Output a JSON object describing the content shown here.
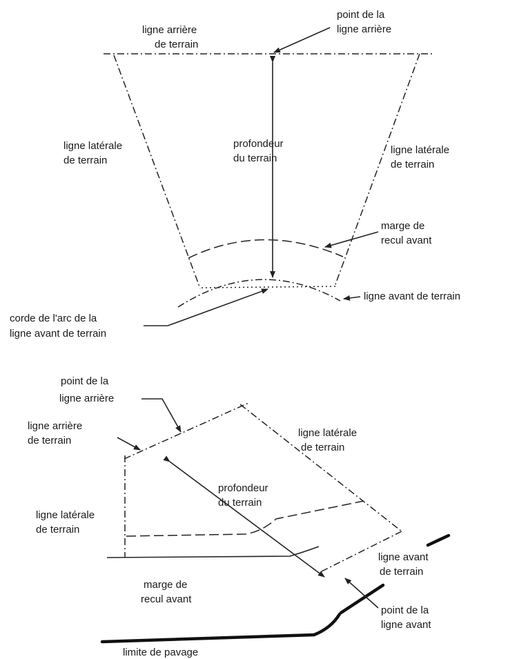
{
  "diagram_top": {
    "rear_line_label": [
      "ligne arrière",
      "de terrain"
    ],
    "rear_point_label": [
      "point de la",
      "ligne arrière"
    ],
    "left_side_label": [
      "ligne latérale",
      "de terrain"
    ],
    "depth_label": [
      "profondeur",
      "du terrain"
    ],
    "right_side_label": [
      "ligne latérale",
      "de terrain"
    ],
    "setback_label": [
      "marge de",
      "recul avant"
    ],
    "front_line_label": "ligne avant de terrain",
    "chord_label": [
      "corde de l'arc de la",
      "ligne avant de terrain"
    ]
  },
  "diagram_bottom": {
    "rear_point_label": [
      "point de la",
      "ligne arrière"
    ],
    "rear_line_label": [
      "ligne arrière",
      "de terrain"
    ],
    "right_side_label": [
      "ligne latérale",
      "de terrain"
    ],
    "depth_label": [
      "profondeur",
      "du terrain"
    ],
    "left_side_label": [
      "ligne latérale",
      "de terrain"
    ],
    "front_line_label": [
      "ligne avant",
      "de terrain"
    ],
    "setback_label": [
      "marge de",
      "recul avant"
    ],
    "front_point_label": [
      "point de la",
      "ligne avant"
    ],
    "pavement_label": "limite de pavage"
  }
}
